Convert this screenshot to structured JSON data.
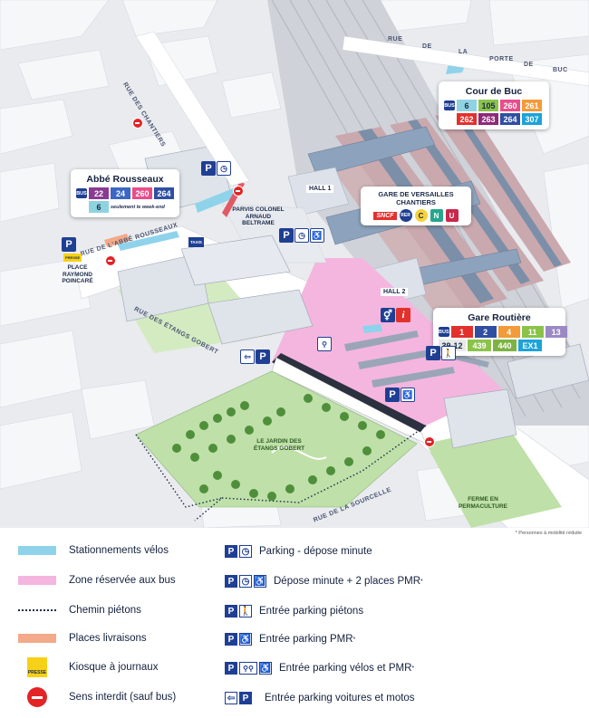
{
  "streets": {
    "rue_porte_buc": [
      "RUE",
      "DE",
      "LA",
      "PORTE",
      "DE",
      "BUC"
    ],
    "rue_des_chantiers": "RUE DES CHANTIERS",
    "rue_abbe_rousseaux": "RUE DE L'ABBÉ ROUSSEAUX",
    "rue_etangs_gobert": "RUE DES ÉTANGS GOBERT",
    "rue_de_la_sourcelle": "RUE DE LA SOURCELLE"
  },
  "places": {
    "parvis": "PARVIS COLONEL ARNAUD BELTRAME",
    "hall1": "HALL 1",
    "hall2": "HALL 2",
    "place_raymond": "PLACE RAYMOND POINCARÉ",
    "jardin": "LE JARDIN DES ÉTANGS GOBERT",
    "ferme": "FERME EN PERMACULTURE",
    "gare_title": "GARE DE VERSAILLES CHANTIERS",
    "taxi": "TAXIS",
    "presse": "PRESSE"
  },
  "transit_logos": [
    "SNCF",
    "RER",
    "C",
    "N",
    "U"
  ],
  "panels": {
    "cour_de_buc": {
      "title": "Cour de Buc",
      "bus_tag": "BUS",
      "rows": [
        [
          {
            "t": "6",
            "c": "#8fd3e0",
            "fg": "#1b2b4a"
          },
          {
            "t": "105",
            "c": "#8bc34a",
            "fg": "#1b2b4a"
          },
          {
            "t": "260",
            "c": "#e84d8a",
            "fg": "#ffffff"
          },
          {
            "t": "261",
            "c": "#f39a3a",
            "fg": "#ffffff"
          }
        ],
        [
          {
            "t": "262",
            "c": "#e2312d",
            "fg": "#ffffff"
          },
          {
            "t": "263",
            "c": "#8e2a78",
            "fg": "#ffffff"
          },
          {
            "t": "264",
            "c": "#2f4fa3",
            "fg": "#ffffff"
          },
          {
            "t": "307",
            "c": "#1ca3d9",
            "fg": "#ffffff"
          }
        ]
      ]
    },
    "abbe_rousseaux": {
      "title": "Abbé Rousseaux",
      "bus_tag": "BUS",
      "rows": [
        [
          {
            "t": "22",
            "c": "#8a3a92",
            "fg": "#ffffff"
          },
          {
            "t": "24",
            "c": "#3d67c4",
            "fg": "#ffffff"
          },
          {
            "t": "260",
            "c": "#e84d8a",
            "fg": "#ffffff"
          },
          {
            "t": "264",
            "c": "#2f4fa3",
            "fg": "#ffffff"
          }
        ],
        [
          {
            "t": "6",
            "c": "#8fd3e0",
            "fg": "#1b2b4a"
          }
        ]
      ],
      "note": "seulement le week-end"
    },
    "gare_routiere": {
      "title": "Gare Routière",
      "bus_tag": "BUS",
      "rows": [
        [
          {
            "t": "1",
            "c": "#e2312d",
            "fg": "#ffffff"
          },
          {
            "t": "2",
            "c": "#2f4fa3",
            "fg": "#ffffff"
          },
          {
            "t": "4",
            "c": "#f39a3a",
            "fg": "#ffffff"
          },
          {
            "t": "11",
            "c": "#8bc34a",
            "fg": "#ffffff"
          },
          {
            "t": "13",
            "c": "#9b89c3",
            "fg": "#ffffff"
          }
        ],
        [
          {
            "t": "39-12",
            "c": "#e8e8e8",
            "fg": "#1b2b4a"
          },
          {
            "t": "439",
            "c": "#8bc34a",
            "fg": "#ffffff"
          },
          {
            "t": "440",
            "c": "#7cb342",
            "fg": "#ffffff"
          },
          {
            "t": "EX1",
            "c": "#1ca3d9",
            "fg": "#ffffff"
          }
        ]
      ]
    }
  },
  "legend": {
    "left": [
      {
        "label": "Stationnements vélos",
        "kind": "bar",
        "color": "#8fd3ea"
      },
      {
        "label": "Zone réservée aux bus",
        "kind": "bar",
        "color": "#f4b6de"
      },
      {
        "label": "Chemin piétons",
        "kind": "dots",
        "color": "#1b2b4a"
      },
      {
        "label": "Places livraisons",
        "kind": "bar",
        "color": "#f3a98a"
      },
      {
        "label": "Kiosque à journaux",
        "kind": "presse",
        "color": "#f7d117"
      },
      {
        "label": "Sens interdit (sauf bus)",
        "kind": "noentry",
        "color": "#e32325"
      }
    ],
    "right": [
      {
        "label": "Parking - dépose minute",
        "icons": [
          "P",
          "clock"
        ]
      },
      {
        "label": "Dépose minute + 2 places PMR",
        "icons": [
          "P",
          "clock",
          "wheelchair"
        ],
        "sup": "*"
      },
      {
        "label": "Entrée parking piétons",
        "icons": [
          "P",
          "walker"
        ]
      },
      {
        "label": "Entrée parking PMR",
        "icons": [
          "P",
          "wheelchair"
        ],
        "sup": "*"
      },
      {
        "label": "Entrée parking vélos et PMR",
        "icons": [
          "P",
          "bike",
          "wheelchair"
        ],
        "sup": "*"
      },
      {
        "label": "Entrée parking voitures et motos",
        "icons": [
          "enter",
          "P"
        ]
      }
    ],
    "footnote": "* Personnes à mobilité réduite"
  },
  "colors": {
    "navy": "#1f3f93",
    "bus_zone": "#f4b6de",
    "bike": "#8fd3ea",
    "delivery": "#f3a98a",
    "green": "#bfe0a8",
    "track": "#c9a9ae"
  }
}
